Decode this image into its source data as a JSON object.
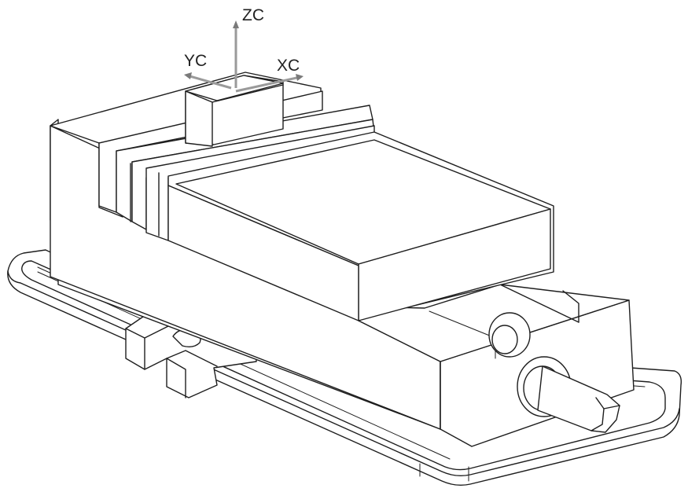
{
  "axes": {
    "z_label": "ZC",
    "y_label": "YC",
    "x_label": "XC"
  },
  "colors": {
    "line": "#1e1e1e",
    "axis_arrow": "#9a9a9a",
    "background": "#ffffff"
  }
}
